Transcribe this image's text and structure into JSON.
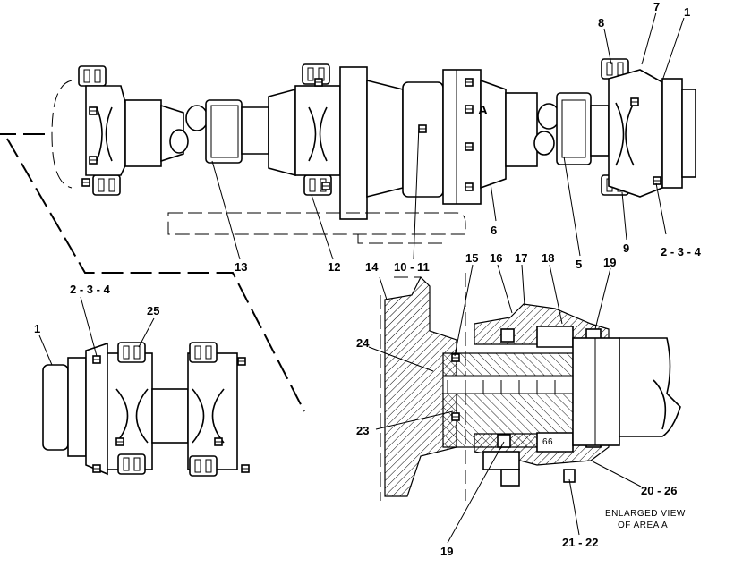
{
  "labels": {
    "l1_top": "1",
    "l7": "7",
    "l8": "8",
    "lA": "A",
    "l6": "6",
    "l5": "5",
    "l9": "9",
    "l234_right": "2 - 3 - 4",
    "l13": "13",
    "l12": "12",
    "l1011": "10 - 11",
    "l234_left": "2 - 3 - 4",
    "l25": "25",
    "l1_left": "1",
    "l14": "14",
    "l15": "15",
    "l16": "16",
    "l17": "17",
    "l18": "18",
    "l19_top": "19",
    "l24": "24",
    "l23": "23",
    "l19_bottom": "19",
    "l2026": "20 - 26",
    "l2122": "21 - 22",
    "l66": "66"
  },
  "notes": {
    "enlarged_line1": "ENLARGED VIEW",
    "enlarged_line2": "OF AREA A"
  }
}
